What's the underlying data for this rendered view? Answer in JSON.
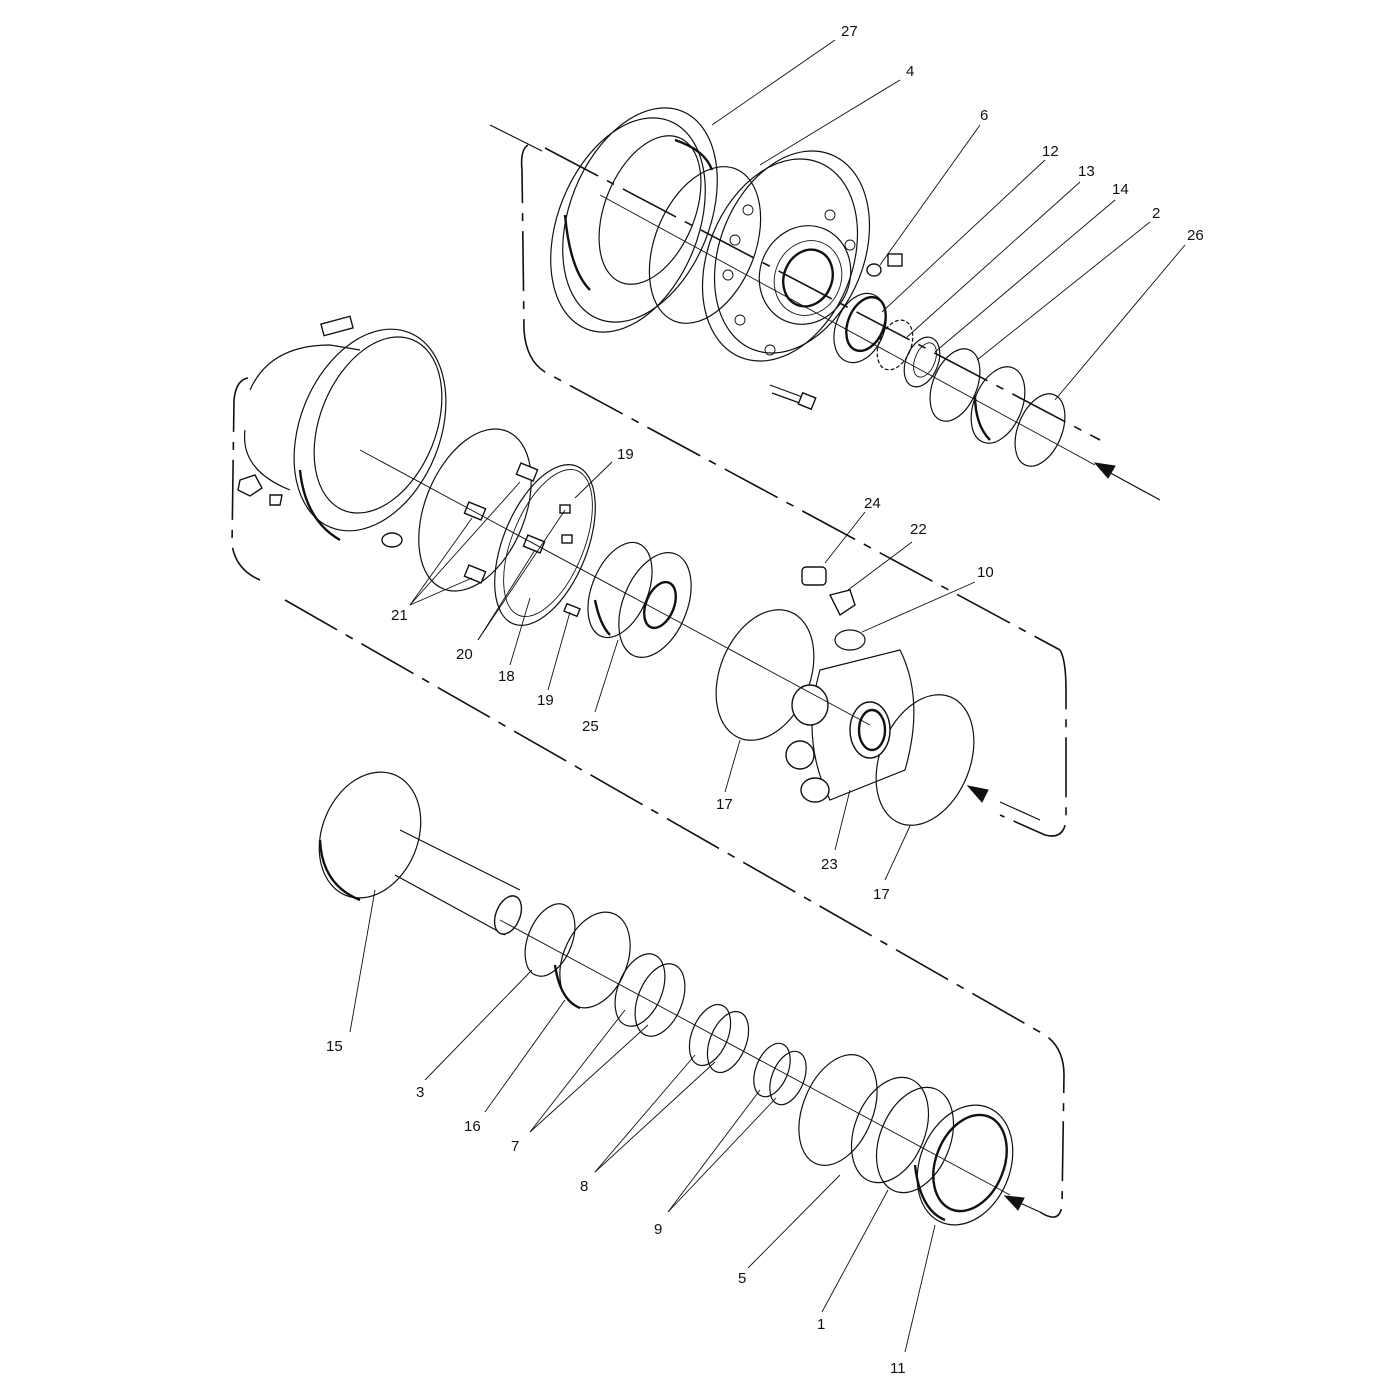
{
  "labels": {
    "p1": "1",
    "p2": "2",
    "p3": "3",
    "p4": "4",
    "p5": "5",
    "p6": "6",
    "p7": "7",
    "p8": "8",
    "p9": "9",
    "p10": "10",
    "p11": "11",
    "p12": "12",
    "p13": "13",
    "p14": "14",
    "p15": "15",
    "p16": "16",
    "p17a": "17",
    "p17b": "17",
    "p18": "18",
    "p19a": "19",
    "p19b": "19",
    "p20": "20",
    "p21": "21",
    "p22": "22",
    "p23": "23",
    "p24": "24",
    "p25": "25",
    "p26": "26",
    "p27": "27"
  }
}
